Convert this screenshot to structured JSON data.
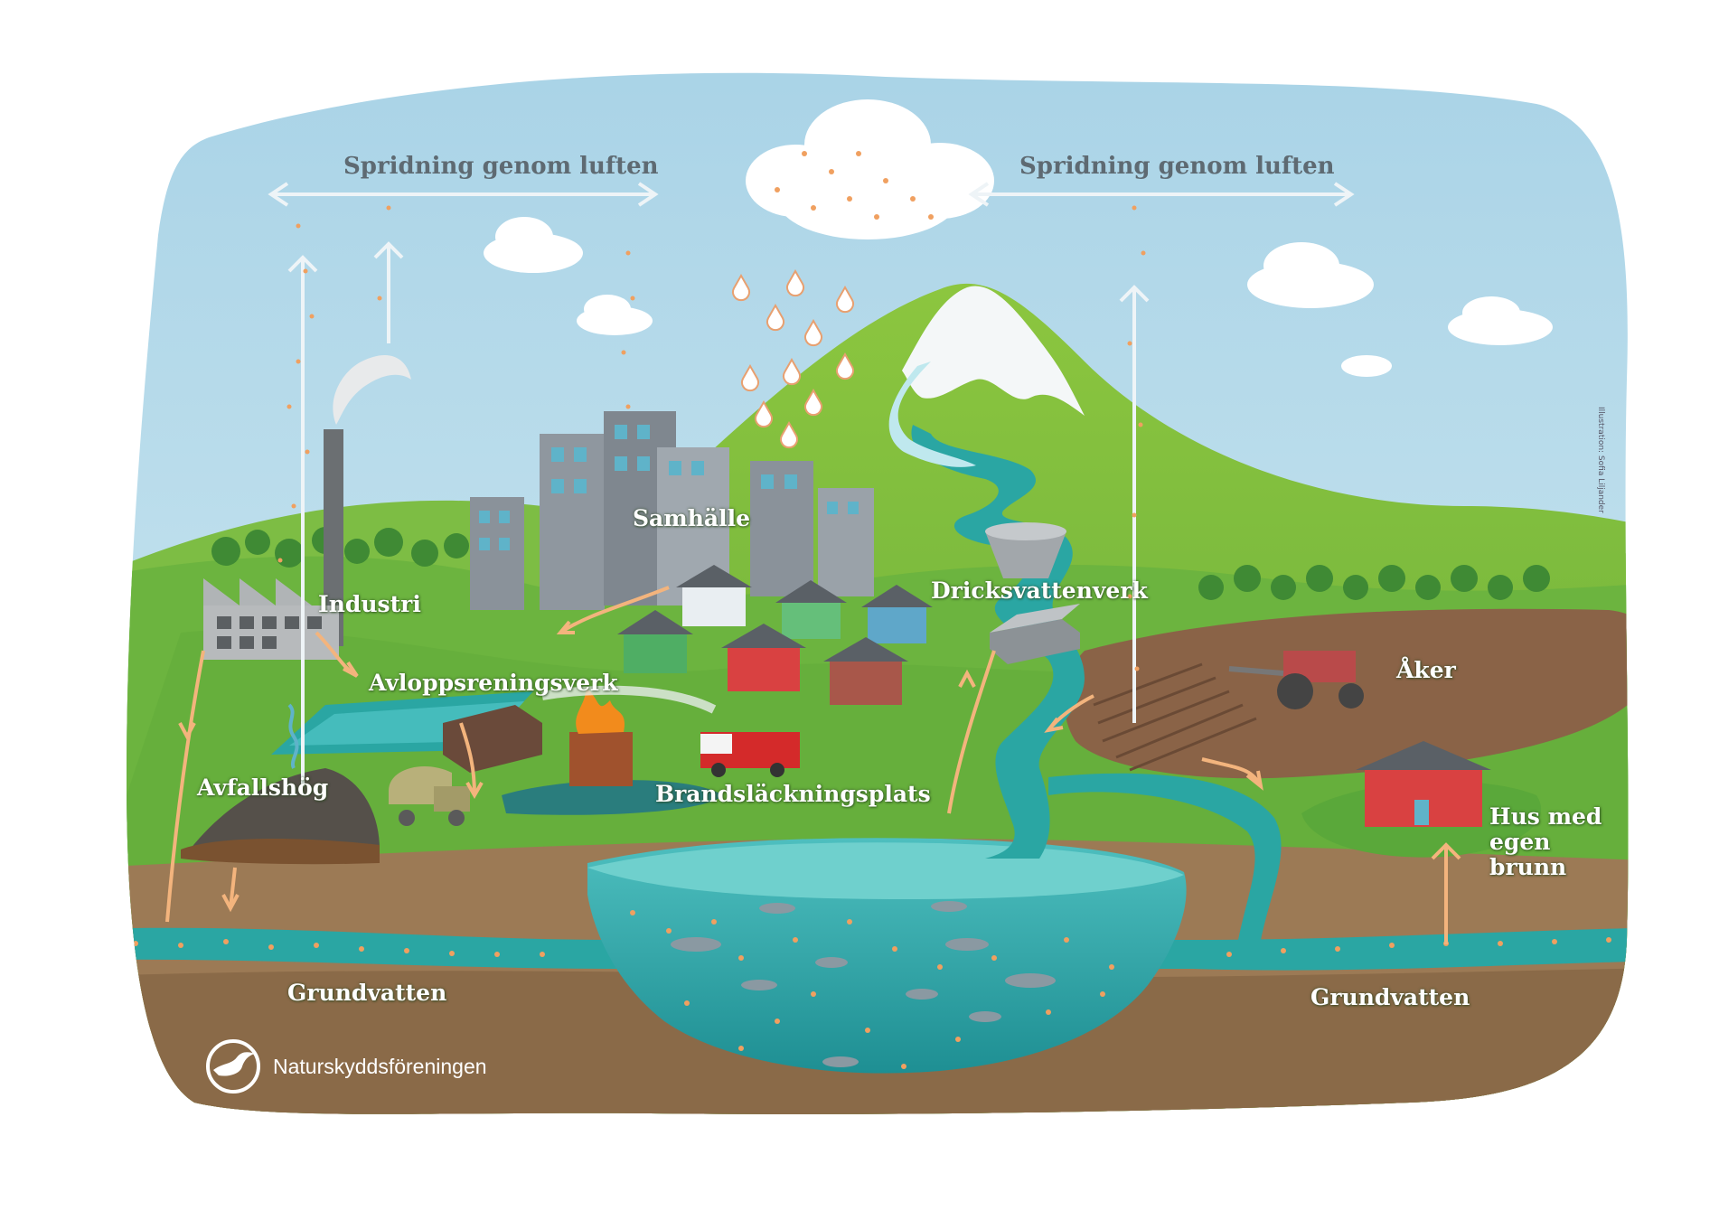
{
  "labels": {
    "air_left": "Spridning genom luften",
    "air_right": "Spridning genom luften",
    "samhalle": "Samhälle",
    "industri": "Industri",
    "dricksvattenverk": "Dricksvattenverk",
    "aker": "Åker",
    "avloppsreningsverk": "Avloppsreningsverk",
    "avfallshog": "Avfallshög",
    "brandslackningsplats": "Brandsläckningsplats",
    "hus_med_egen_brunn": "Hus med egen brunn",
    "grundvatten_left": "Grundvatten",
    "grundvatten_right": "Grundvatten"
  },
  "credit": "Illustration: Sofia Liljander",
  "brand": {
    "name": "Naturskyddsföreningen",
    "icon": "swallow-logo-icon"
  },
  "colors": {
    "sky": "#a9d3e6",
    "grass": "#6cb43f",
    "soil": "#8c6a4a",
    "water": "#2aa6a3",
    "particles": "#f0a060",
    "arrows": "#f3b47d"
  }
}
